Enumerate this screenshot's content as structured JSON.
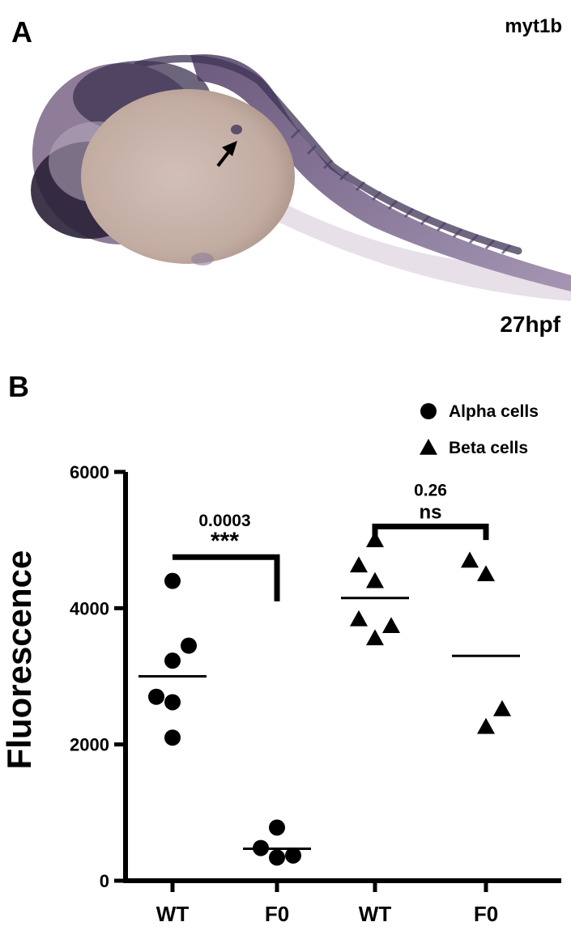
{
  "panel_a": {
    "letter": "A",
    "gene_label": "myt1b",
    "stage_label": "27hpf",
    "image_icon": "embryo-micrograph-icon",
    "arrow_icon": "arrow-icon"
  },
  "panel_b": {
    "letter": "B"
  },
  "chart_data": {
    "type": "scatter",
    "ylabel": "Fluorescence",
    "ylim": [
      0,
      6000
    ],
    "yticks": [
      "6000",
      "4000",
      "2000",
      "0"
    ],
    "ytick_values": [
      6000,
      4000,
      2000,
      0
    ],
    "categories": [
      "WT",
      "F0",
      "WT",
      "F0"
    ],
    "legend": {
      "placement": "top-right",
      "entries": [
        "Alpha cells",
        "Beta cells"
      ]
    },
    "series": [
      {
        "name": "Alpha cells",
        "marker": "circle",
        "groups": [
          {
            "category_index": 0,
            "values": [
              4400,
              3450,
              3230,
              2700,
              2620,
              2100
            ],
            "offsets": [
              0,
              1,
              0,
              -1,
              0,
              0
            ],
            "mean": 3000
          },
          {
            "category_index": 1,
            "values": [
              780,
              480,
              340,
              370
            ],
            "offsets": [
              0,
              -1,
              0,
              1
            ],
            "mean": 470
          }
        ]
      },
      {
        "name": "Beta cells",
        "marker": "triangle",
        "groups": [
          {
            "category_index": 2,
            "values": [
              5000,
              4630,
              4400,
              3840,
              3740,
              3560
            ],
            "offsets": [
              0,
              -1,
              0,
              -1,
              1,
              0
            ],
            "mean": 4150
          },
          {
            "category_index": 3,
            "values": [
              4700,
              4500,
              2520,
              2260
            ],
            "offsets": [
              -1,
              0,
              1,
              0
            ],
            "mean": 3300
          }
        ]
      }
    ],
    "comparisons": [
      {
        "from": 0,
        "to": 1,
        "p_value": "0.0003",
        "significance": "***",
        "bracket_y": 4750,
        "left_drop": 4750,
        "right_drop": 4100
      },
      {
        "from": 2,
        "to": 3,
        "p_value": "0.26",
        "significance": "ns",
        "bracket_y": 5200,
        "left_drop": 5000,
        "right_drop": 5000
      }
    ]
  }
}
